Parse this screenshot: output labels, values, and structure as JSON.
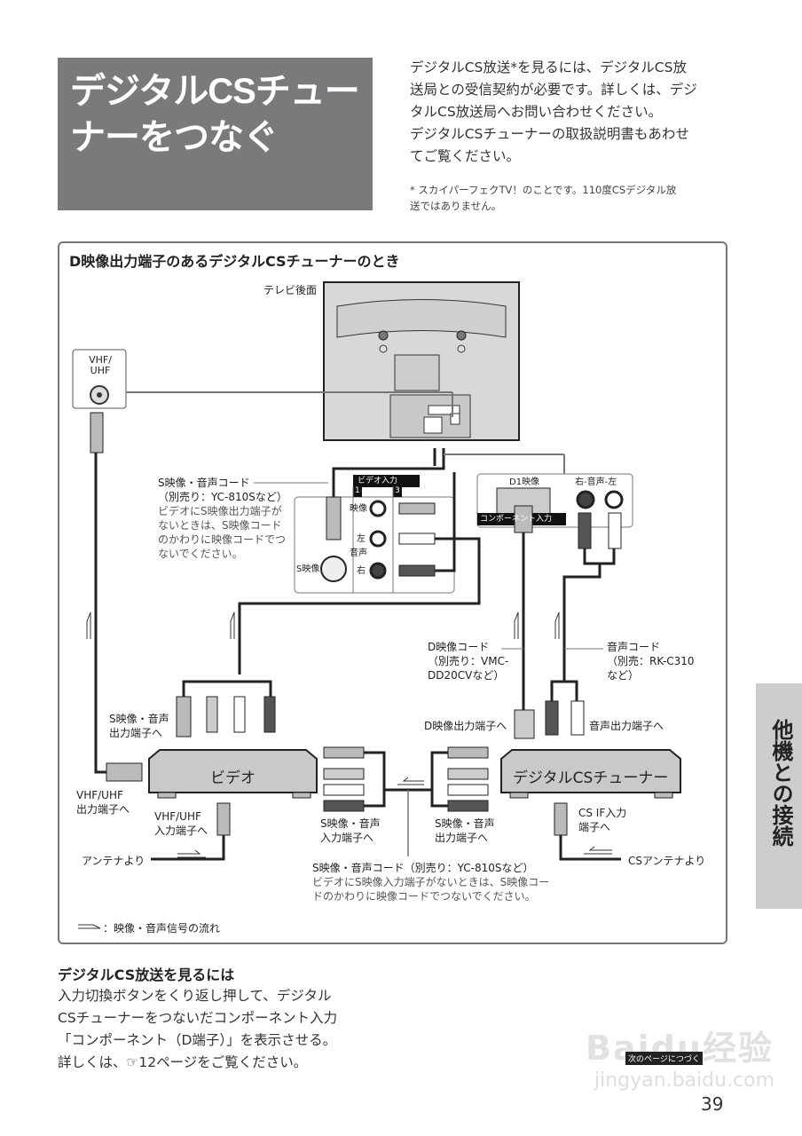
{
  "title": {
    "text": "デジタルCSチュー\nナーをつなぐ"
  },
  "intro": {
    "lines": [
      "デジタルCS放送*を見るには、デジタルCS放",
      "送局との受信契約が必要です。詳しくは、デジ",
      "タルCS放送局へお問い合わせください。",
      "デジタルCSチューナーの取扱説明書もあわせ",
      "てご覧ください。"
    ],
    "footnote": "*  スカイパーフェクTV！のことです。110度CSデジタル放\n   送ではありません。"
  },
  "diagram": {
    "heading": "D映像出力端子のあるデジタルCSチューナーのとき",
    "tv_rear_label": "テレビ後面",
    "vhf_uhf_jack": "VHF/\nUHF",
    "s_cord_top": {
      "title": "S映像・音声コード\n（別売り：YC-810Sなど）",
      "note": "ビデオにS映像出力端子が\nないときは、S映像コード\nのかわりに映像コードでつ\nないでください。"
    },
    "video_input_panel": {
      "header": "ビデオ入力",
      "col1": "1",
      "col3": "3",
      "video": "映像",
      "left": "左",
      "audio": "音声",
      "right": "右",
      "s_video": "S映像"
    },
    "component_panel": {
      "d1": "D1映像",
      "audio": "右-音声-左",
      "footer": "コンポーネント入力"
    },
    "d_cord": "D映像コード\n（別売り：VMC-\nDD20CVなど）",
    "audio_cord": "音声コード\n（別売：RK-C310\nなど）",
    "d_out_label": "D映像出力端子へ",
    "audio_out_label": "音声出力端子へ",
    "s_av_out_video": "S映像・音声\n出力端子へ",
    "video_box": "ビデオ",
    "cs_tuner_box": "デジタルCSチューナー",
    "vhf_out": "VHF/UHF\n出力端子へ",
    "vhf_in": "VHF/UHF\n入力端子へ",
    "antenna_from": "アンテナより",
    "s_av_in": "S映像・音声\n入力端子へ",
    "s_av_out_tuner": "S映像・音声\n出力端子へ",
    "cs_if_in": "CS IF入力\n端子へ",
    "cs_antenna_from": "CSアンテナより",
    "s_cord_bottom": {
      "title": "S映像・音声コード（別売り：YC-810Sなど）",
      "note": "ビデオにS映像入力端子がないときは、S映像コー\nドのかわりに映像コードでつないでください。"
    },
    "legend": "：映像・音声信号の流れ"
  },
  "section": {
    "heading": "デジタルCS放送を見るには",
    "lines": [
      "入力切換ボタンをくり返し押して、デジタル",
      "CSチューナーをつないだコンポーネント入力",
      "「コンポーネント（D端子）」を表示させる。",
      "詳しくは、☞12ページをご覧ください。"
    ]
  },
  "side_tab": "他機との接続",
  "continue_label": "次のページにつづく",
  "page_number": "39",
  "watermark": {
    "brand": "Baidu经验",
    "url": "jingyan.baidu.com"
  }
}
